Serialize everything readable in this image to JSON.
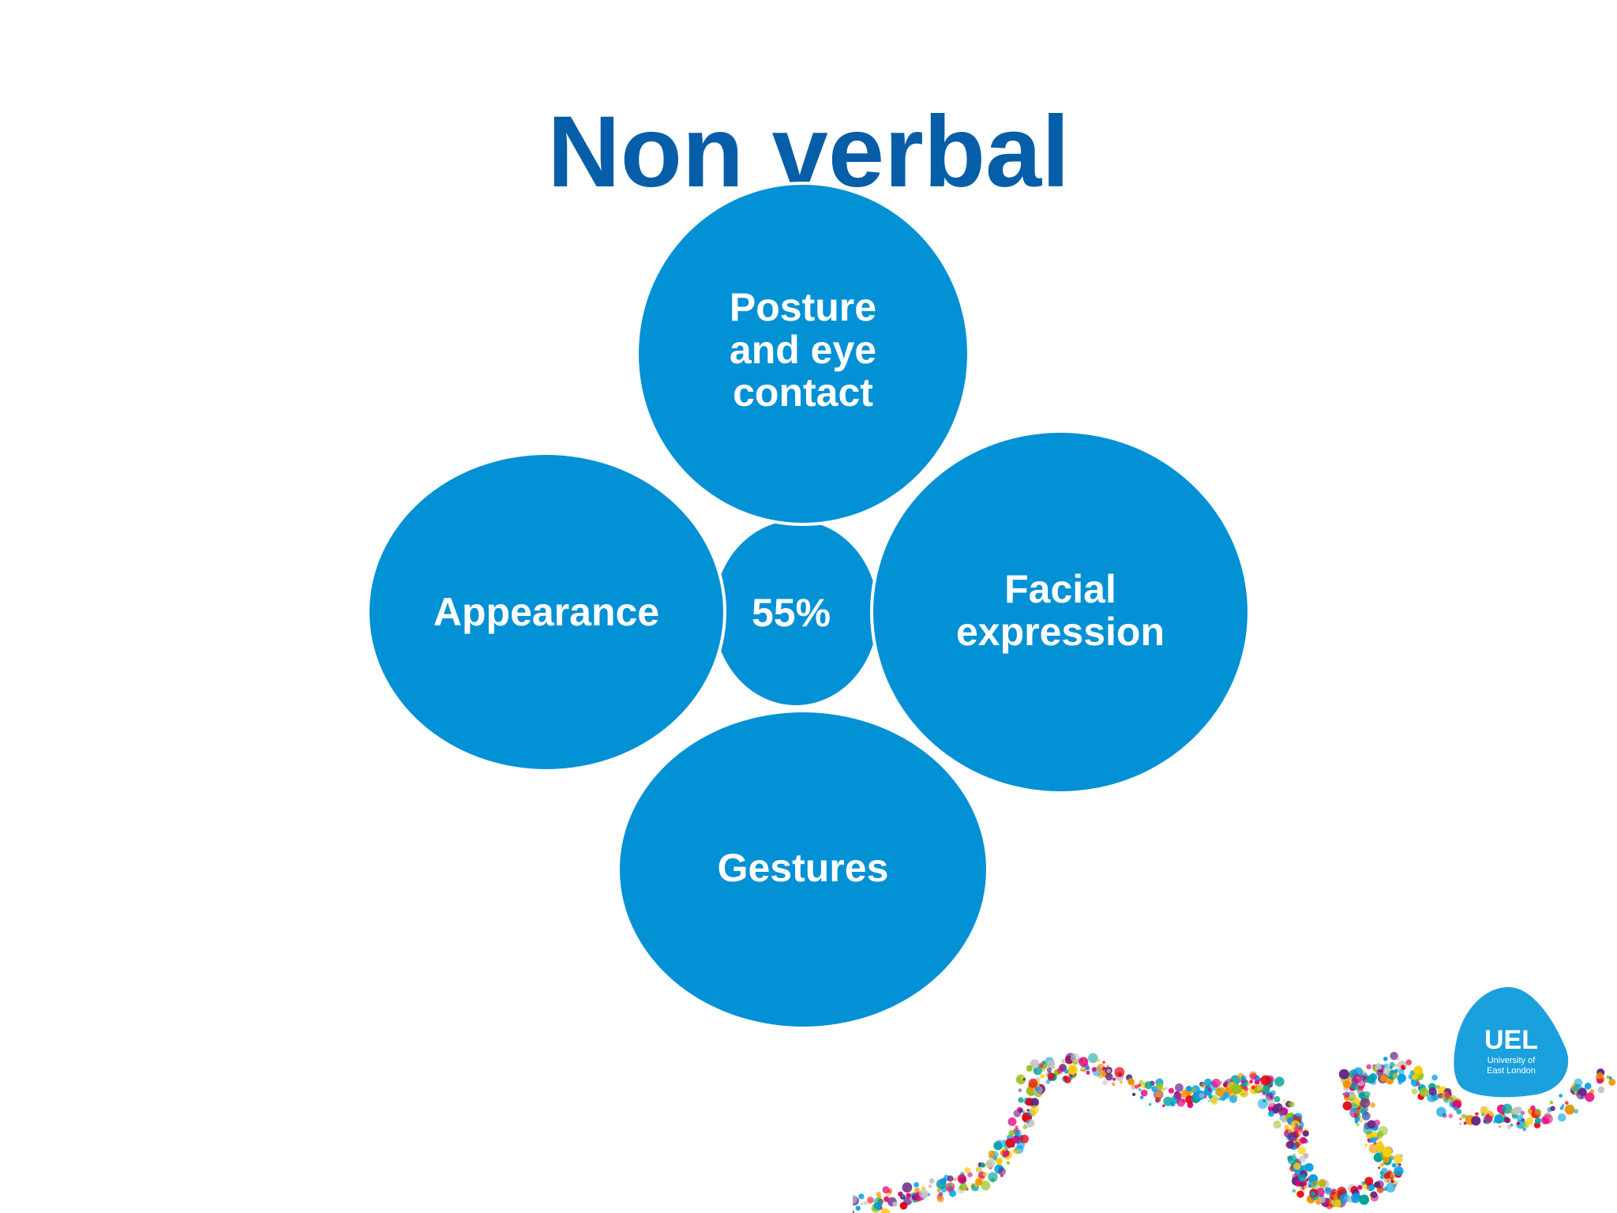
{
  "slide": {
    "title": "Non verbal",
    "center_label": "55%",
    "bubbles": {
      "posture": "Posture and eye contact",
      "appearance": "Appearance",
      "facial": "Facial expression",
      "gestures": "Gestures"
    },
    "logo": {
      "abbr": "UEL",
      "line1": "University of",
      "line2": "East London"
    },
    "colors": {
      "title": "#075ea8",
      "bubble": "#0291d5",
      "logo": "#1aa1dd"
    }
  }
}
